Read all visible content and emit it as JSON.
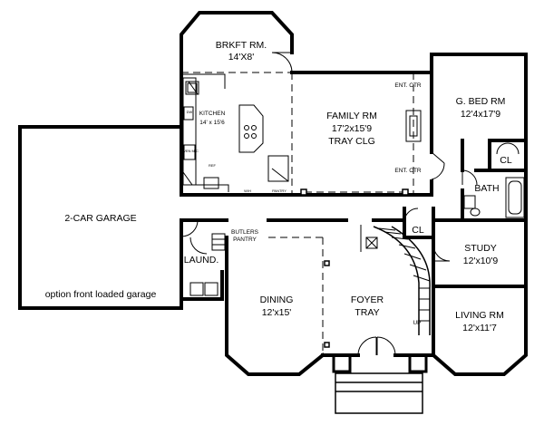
{
  "rooms": {
    "breakfast": {
      "name": "BRKFT RM.",
      "size": "14'X8'"
    },
    "kitchen": {
      "name": "KITCHEN",
      "size": "14' x 15'6"
    },
    "family": {
      "name": "FAMILY RM",
      "size": "17'2x15'9",
      "note": "TRAY  CLG"
    },
    "guest_bed": {
      "name": "G. BED RM",
      "size": "12'4x17'9"
    },
    "bath": {
      "name": "BATH"
    },
    "garage": {
      "name": "2-CAR GARAGE",
      "note": "option front loaded garage"
    },
    "laundry": {
      "name": "LAUND."
    },
    "butlers_pantry": {
      "line1": "BUTLERS",
      "line2": "PANTRY"
    },
    "study": {
      "name": "STUDY",
      "size": "12'x10'9"
    },
    "dining": {
      "name": "DINING",
      "size": "12'x15'"
    },
    "foyer": {
      "name": "FOYER",
      "note": "TRAY"
    },
    "living": {
      "name": "LIVING RM",
      "size": "12'x11'7"
    }
  },
  "labels": {
    "ent_ctr_top": "ENT. CTR",
    "ent_ctr_bottom": "ENT. CTR",
    "closet_bed": "CL",
    "closet_foyer": "CL",
    "stair_up": "UP",
    "dw": "DW",
    "oven_mic": "OVEN MIC",
    "ref": "REF",
    "wh": "W/H",
    "pantry": "PANTRY"
  }
}
